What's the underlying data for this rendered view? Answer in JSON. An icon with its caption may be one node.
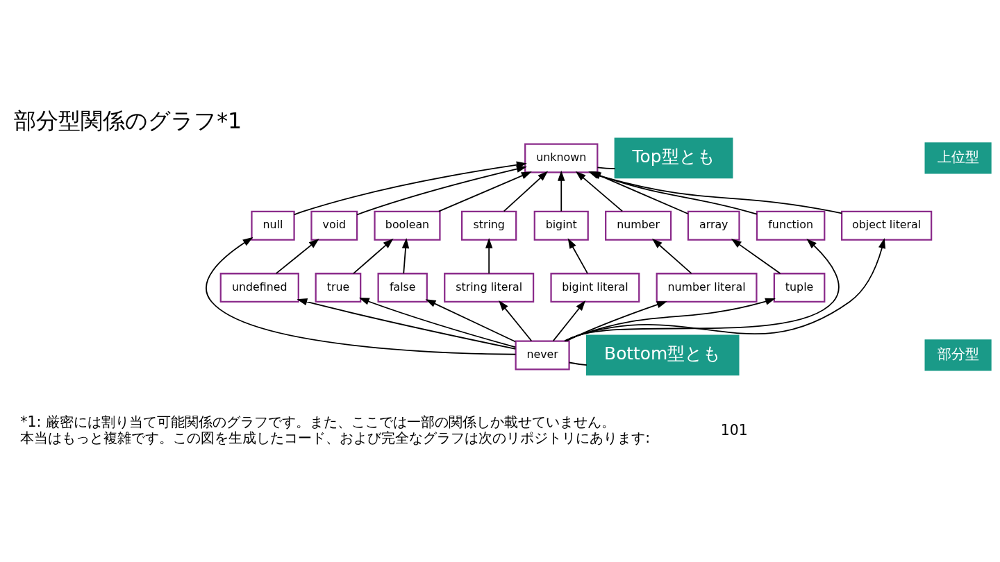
{
  "diagram": {
    "title": "部分型関係のグラフ*1",
    "nodes": [
      {
        "text": [
          "unknown"
        ]
      },
      {
        "text": [
          "null"
        ]
      },
      {
        "text": [
          "void"
        ]
      },
      {
        "text": [
          "boolean"
        ]
      },
      {
        "text": [
          "string"
        ]
      },
      {
        "text": [
          "bigint"
        ]
      },
      {
        "text": [
          "number"
        ]
      },
      {
        "text": [
          "array"
        ]
      },
      {
        "text": [
          "function"
        ]
      },
      {
        "text": [
          "object literal"
        ]
      },
      {
        "text": [
          "undefined"
        ]
      },
      {
        "text": [
          "true"
        ]
      },
      {
        "text": [
          "false"
        ]
      },
      {
        "text": [
          "string literal"
        ]
      },
      {
        "text": [
          "bigint literal"
        ]
      },
      {
        "text": [
          "number literal"
        ]
      },
      {
        "text": [
          "tuple"
        ]
      },
      {
        "text": [
          "never"
        ]
      },
      {
        "text": [
          "Top型とも"
        ]
      },
      {
        "text": [
          "Bottom型とも"
        ]
      }
    ],
    "edges": [
      {
        "from": 1,
        "to": 0,
        "arrow": "to"
      },
      {
        "from": 2,
        "to": 0,
        "arrow": "to"
      },
      {
        "from": 3,
        "to": 0,
        "arrow": "to"
      },
      {
        "from": 4,
        "to": 0,
        "arrow": "to"
      },
      {
        "from": 5,
        "to": 0,
        "arrow": "to"
      },
      {
        "from": 6,
        "to": 0,
        "arrow": "to"
      },
      {
        "from": 7,
        "to": 0,
        "arrow": "to"
      },
      {
        "from": 8,
        "to": 0,
        "arrow": "to"
      },
      {
        "from": 9,
        "to": 0,
        "arrow": "to"
      },
      {
        "from": 10,
        "to": 2,
        "arrow": "to"
      },
      {
        "from": 11,
        "to": 3,
        "arrow": "to"
      },
      {
        "from": 12,
        "to": 3,
        "arrow": "to"
      },
      {
        "from": 13,
        "to": 4,
        "arrow": "to"
      },
      {
        "from": 14,
        "to": 5,
        "arrow": "to"
      },
      {
        "from": 15,
        "to": 6,
        "arrow": "to"
      },
      {
        "from": 16,
        "to": 7,
        "arrow": "to"
      },
      {
        "from": 17,
        "to": 1,
        "arrow": "to"
      },
      {
        "from": 17,
        "to": 10,
        "arrow": "to"
      },
      {
        "from": 17,
        "to": 11,
        "arrow": "to"
      },
      {
        "from": 17,
        "to": 12,
        "arrow": "to"
      },
      {
        "from": 17,
        "to": 13,
        "arrow": "to"
      },
      {
        "from": 17,
        "to": 14,
        "arrow": "to"
      },
      {
        "from": 17,
        "to": 15,
        "arrow": "to"
      },
      {
        "from": 17,
        "to": 16,
        "arrow": "to"
      },
      {
        "from": 17,
        "to": 8,
        "arrow": "to"
      },
      {
        "from": 17,
        "to": 9,
        "arrow": "to"
      },
      {
        "from": 18,
        "to": 0,
        "arrow": "none"
      },
      {
        "from": 19,
        "to": 17,
        "arrow": "none"
      }
    ],
    "labels": [
      "上位型",
      "部分型",
      "*1: 厳密には割り当て可能関係のグラフです。また、ここでは一部の関係しか載せていません。本当はもっと複雑です。この図を生成したコード、および完全なグラフは次のリポジトリにあります:",
      "101"
    ]
  }
}
